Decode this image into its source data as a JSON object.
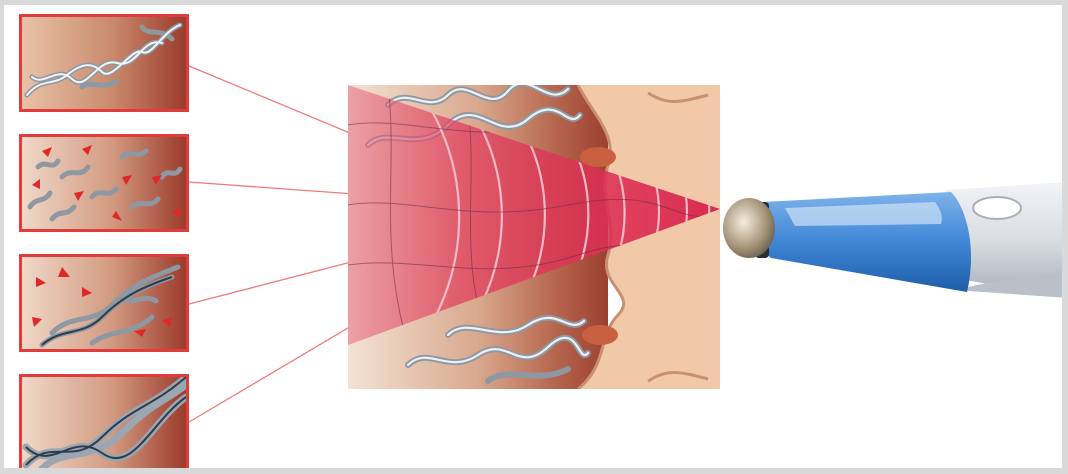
{
  "diagram": {
    "type": "illustration",
    "panels": [
      {
        "id": "panel-1",
        "state": "intact collagen chain",
        "arrows": false
      },
      {
        "id": "panel-2",
        "state": "fibers breaking apart",
        "arrows": true
      },
      {
        "id": "panel-3",
        "state": "fibers contracting",
        "arrows": true
      },
      {
        "id": "panel-4",
        "state": "new collagen helix",
        "arrows": false
      }
    ],
    "colors": {
      "panel_border": "#e23b3b",
      "leader_line": "#ee7b7b",
      "beam": "#d9214a",
      "skin": "#f1c8a8",
      "device_blue": "#3f86d6",
      "device_silver": "#d8dde3"
    },
    "icons": [
      "red-arrow-icon",
      "collagen-fiber-icon",
      "ultrasound-wave-icon"
    ]
  }
}
